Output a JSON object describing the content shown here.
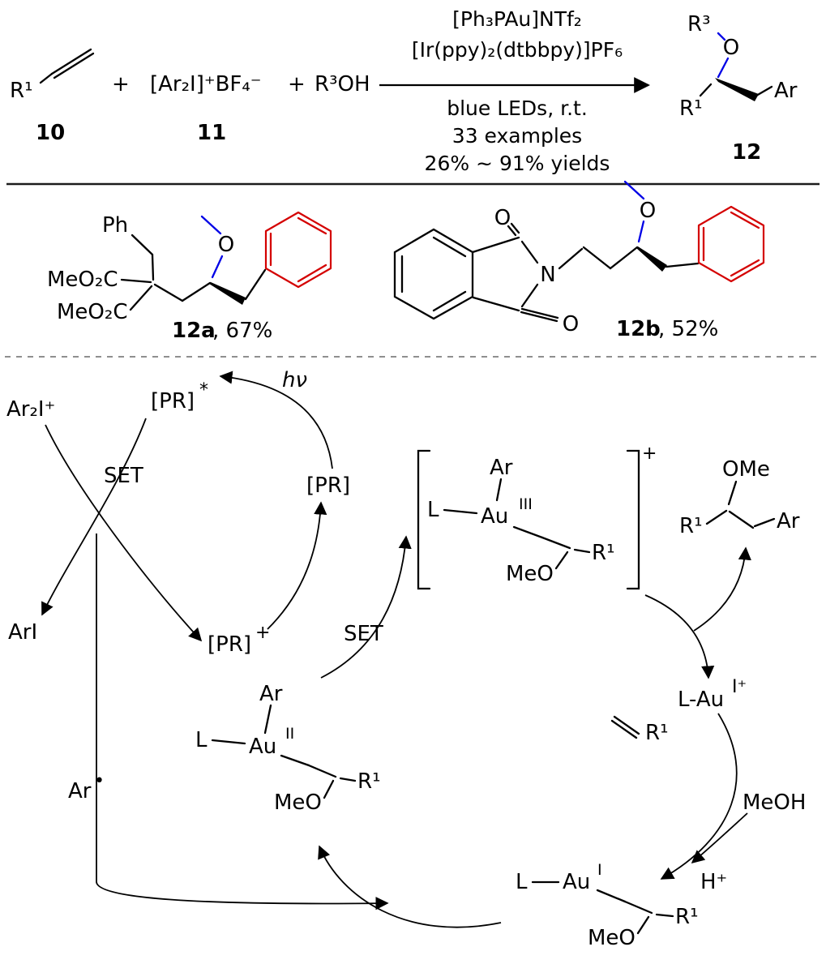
{
  "colors": {
    "blue": "#0000e6",
    "red": "#d40000",
    "black": "#000000"
  },
  "scheme": {
    "r1": "R¹",
    "plus_1": "+",
    "iodonium_salt": "[Ar₂I]⁺BF₄⁻",
    "plus_2": "+",
    "alcohol": "R³OH",
    "compound_10": "10",
    "compound_11": "11",
    "compound_12": "12",
    "conditions_above": [
      "[Ph₃PAu]NTf₂",
      "[Ir(ppy)₂(dtbbpy)]PF₆"
    ],
    "conditions_below": [
      "blue LEDs, r.t.",
      "33 examples",
      "26% ~ 91% yields"
    ],
    "product": {
      "r3": "R³",
      "o": "O",
      "r1": "R¹",
      "ar": "Ar"
    }
  },
  "examples": {
    "a": {
      "ph": "Ph",
      "ester_1": "MeO₂C",
      "ester_2": "MeO₂C",
      "o": "O",
      "label": "12a",
      "yield": ", 67%"
    },
    "b": {
      "o_top": "O",
      "n": "N",
      "o_bottom": "O",
      "o_ether": "O",
      "label": "12b",
      "yield": ", 52%"
    }
  },
  "cycle": {
    "ar2i": "Ar₂I⁺",
    "pr_excited": "[PR]",
    "pr_excited_sup": "*",
    "hv": "hν",
    "set_left": "SET",
    "pr": "[PR]",
    "pr_cation": "[PR]",
    "pr_cation_sup": "+",
    "ari": "ArI",
    "set_right": "SET",
    "ar_radical": "Ar",
    "ar_radical_sup": "•",
    "au3": {
      "ar": "Ar",
      "l": "L",
      "au": "Au",
      "ox": "III",
      "r1": "R¹",
      "meo": "MeO",
      "charge": "+"
    },
    "product": {
      "ome": "OMe",
      "r1": "R¹",
      "ar": "Ar"
    },
    "lau1": {
      "base": "L-Au",
      "sup": "I⁺"
    },
    "alkene_r1": "R¹",
    "meoh": "MeOH",
    "h_plus": "H⁺",
    "au2": {
      "ar": "Ar",
      "l": "L",
      "au": "Au",
      "ox": "II",
      "r1": "R¹",
      "meo": "MeO"
    },
    "au1": {
      "l": "L",
      "au": "Au",
      "ox": "I",
      "r1": "R¹",
      "meo": "MeO"
    }
  }
}
